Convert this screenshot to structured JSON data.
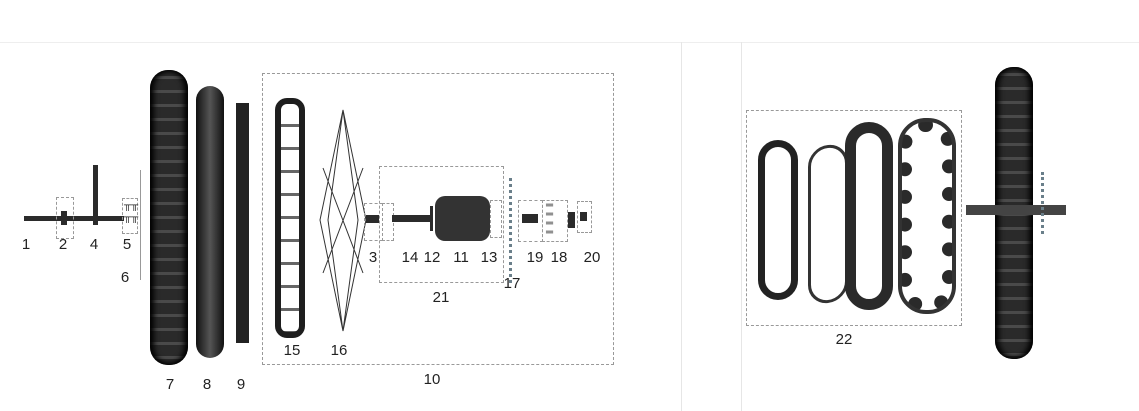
{
  "diagram": {
    "title": "Exploded view of wheel assembly",
    "part_labels": {
      "p1": "1",
      "p2": "2",
      "p3": "3",
      "p4": "4",
      "p5": "5",
      "p6": "6",
      "p7": "7",
      "p8": "8",
      "p9": "9",
      "p10": "10",
      "p11": "11",
      "p12": "12",
      "p13": "13",
      "p14": "14",
      "p15": "15",
      "p16": "16",
      "p17": "17",
      "p18": "18",
      "p19": "19",
      "p20": "20",
      "p21": "21",
      "p22": "22"
    }
  }
}
